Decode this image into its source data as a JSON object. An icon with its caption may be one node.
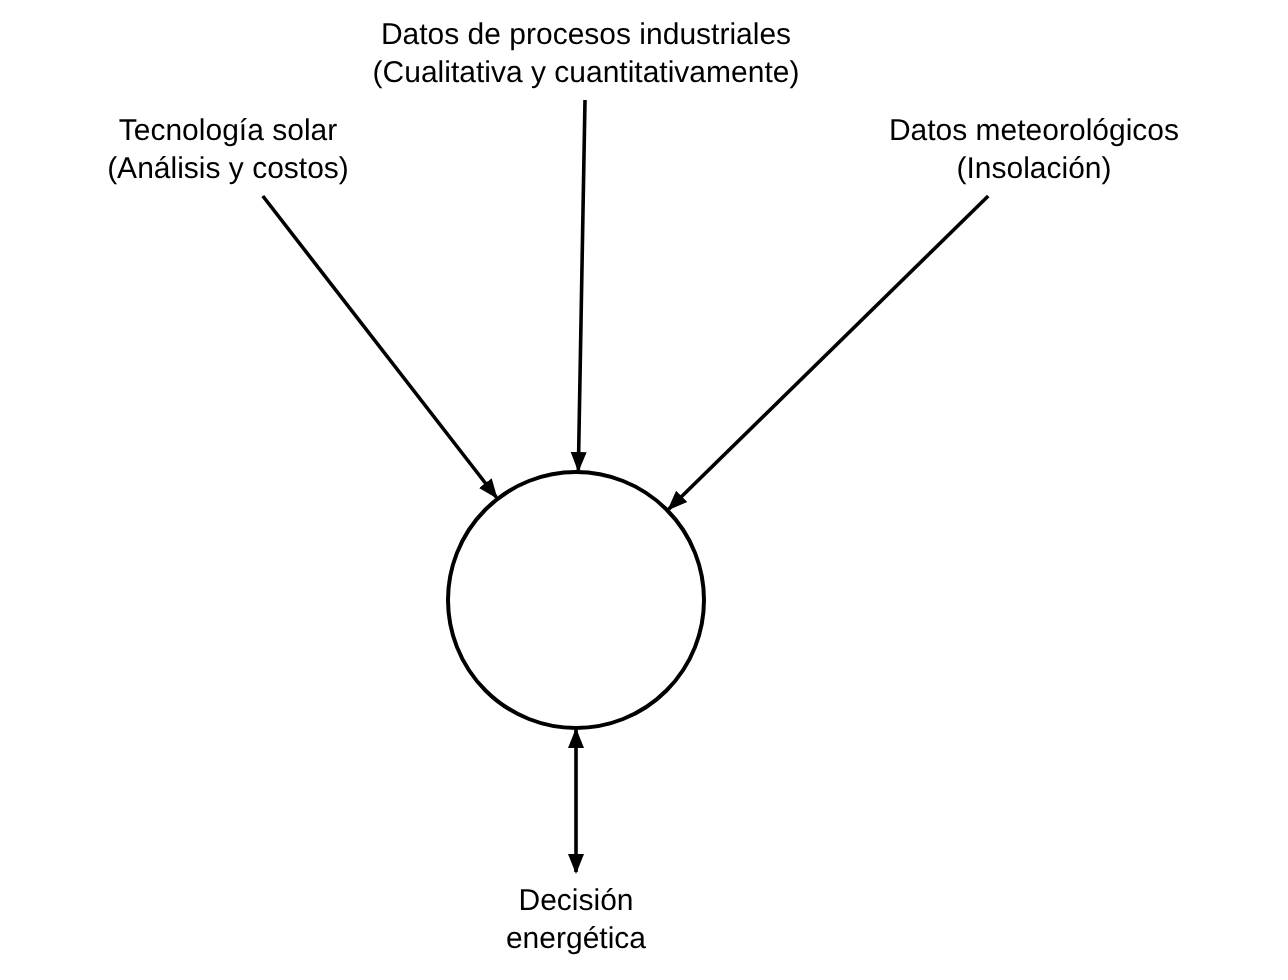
{
  "diagram": {
    "nodes": [
      {
        "text": [
          "Tecnología solar",
          "(Análisis y costos)"
        ]
      },
      {
        "text": [
          "Datos de procesos industriales",
          "(Cualitativa y cuantitativamente)"
        ]
      },
      {
        "text": [
          "Datos meteorológicos",
          "(Insolación)"
        ]
      },
      {
        "text": [],
        "shape": "circle"
      },
      {
        "text": [
          "Decisión energética"
        ]
      }
    ],
    "edges": [
      {
        "from": 0,
        "to": 3,
        "arrow": "to"
      },
      {
        "from": 1,
        "to": 3,
        "arrow": "to"
      },
      {
        "from": 2,
        "to": 3,
        "arrow": "to"
      },
      {
        "from": 4,
        "to": 3,
        "arrow": "both"
      }
    ]
  }
}
